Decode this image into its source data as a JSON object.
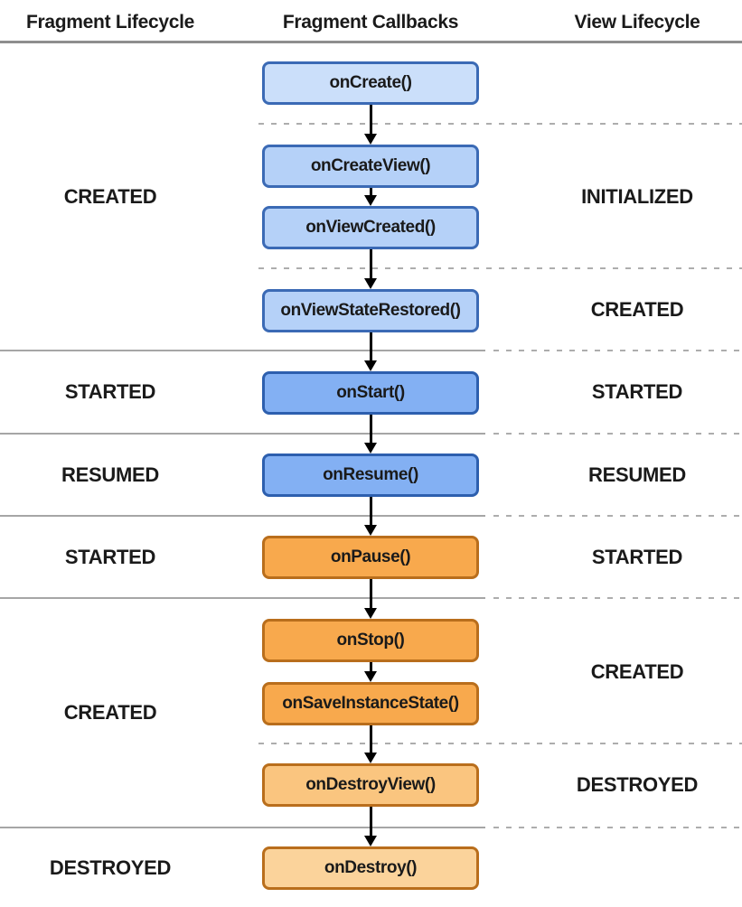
{
  "header": {
    "fragment_lifecycle": "Fragment Lifecycle",
    "fragment_callbacks": "Fragment Callbacks",
    "view_lifecycle": "View Lifecycle"
  },
  "callbacks": [
    {
      "label": "onCreate()",
      "color_group": "blue-lightest"
    },
    {
      "label": "onCreateView()",
      "color_group": "blue-light"
    },
    {
      "label": "onViewCreated()",
      "color_group": "blue-light"
    },
    {
      "label": "onViewStateRestored()",
      "color_group": "blue-light"
    },
    {
      "label": "onStart()",
      "color_group": "blue-medium"
    },
    {
      "label": "onResume()",
      "color_group": "blue-medium"
    },
    {
      "label": "onPause()",
      "color_group": "orange-medium"
    },
    {
      "label": "onStop()",
      "color_group": "orange-medium"
    },
    {
      "label": "onSaveInstanceState()",
      "color_group": "orange-medium"
    },
    {
      "label": "onDestroyView()",
      "color_group": "orange-light"
    },
    {
      "label": "onDestroy()",
      "color_group": "orange-lightest"
    }
  ],
  "fragment_states": [
    {
      "label": "CREATED"
    },
    {
      "label": "STARTED"
    },
    {
      "label": "RESUMED"
    },
    {
      "label": "STARTED"
    },
    {
      "label": "CREATED"
    },
    {
      "label": "DESTROYED"
    }
  ],
  "view_states": [
    {
      "label": "INITIALIZED"
    },
    {
      "label": "CREATED"
    },
    {
      "label": "STARTED"
    },
    {
      "label": "RESUMED"
    },
    {
      "label": "STARTED"
    },
    {
      "label": "CREATED"
    },
    {
      "label": "DESTROYED"
    }
  ],
  "colors": {
    "blue_lightest_fill": "#cbdffa",
    "blue_light_fill": "#b5d1f8",
    "blue_medium_fill": "#83b0f3",
    "blue_border": "#3b6ab5",
    "blue_medium_border": "#2d5fae",
    "orange_medium_fill": "#f8a94d",
    "orange_light_fill": "#fac57f",
    "orange_lightest_fill": "#fbd39b",
    "orange_border": "#b96e1c",
    "solid_line": "#a6a6a6",
    "dashed_line": "#adadad",
    "header_line": "#8e8e8e",
    "arrow": "#000000",
    "text": "#1a1a1a",
    "background": "#ffffff"
  }
}
